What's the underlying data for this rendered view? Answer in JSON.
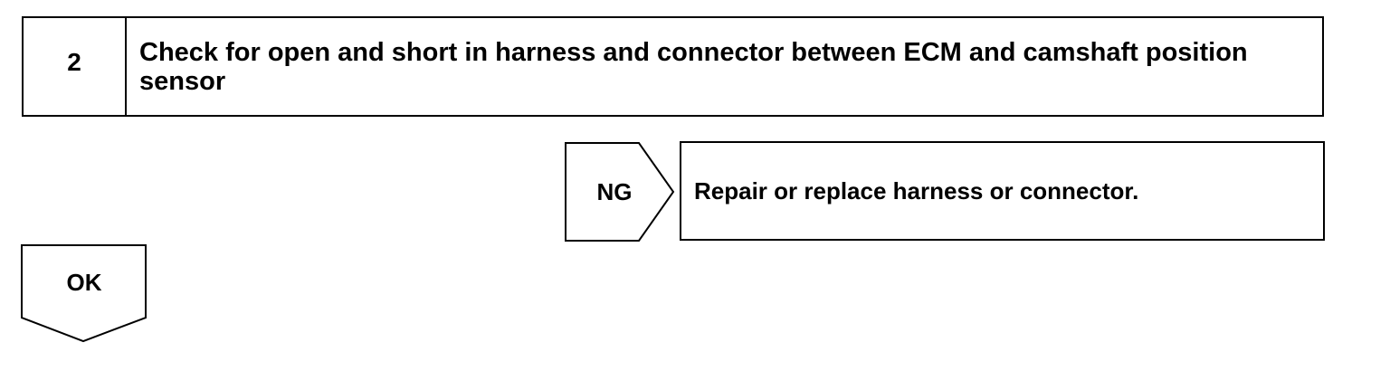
{
  "step": {
    "number": "2",
    "title": "Check for open and short in harness and connector between ECM and camshaft position sensor"
  },
  "ng_branch": {
    "label": "NG",
    "action": "Repair or replace harness or connector."
  },
  "ok_branch": {
    "label": "OK"
  }
}
